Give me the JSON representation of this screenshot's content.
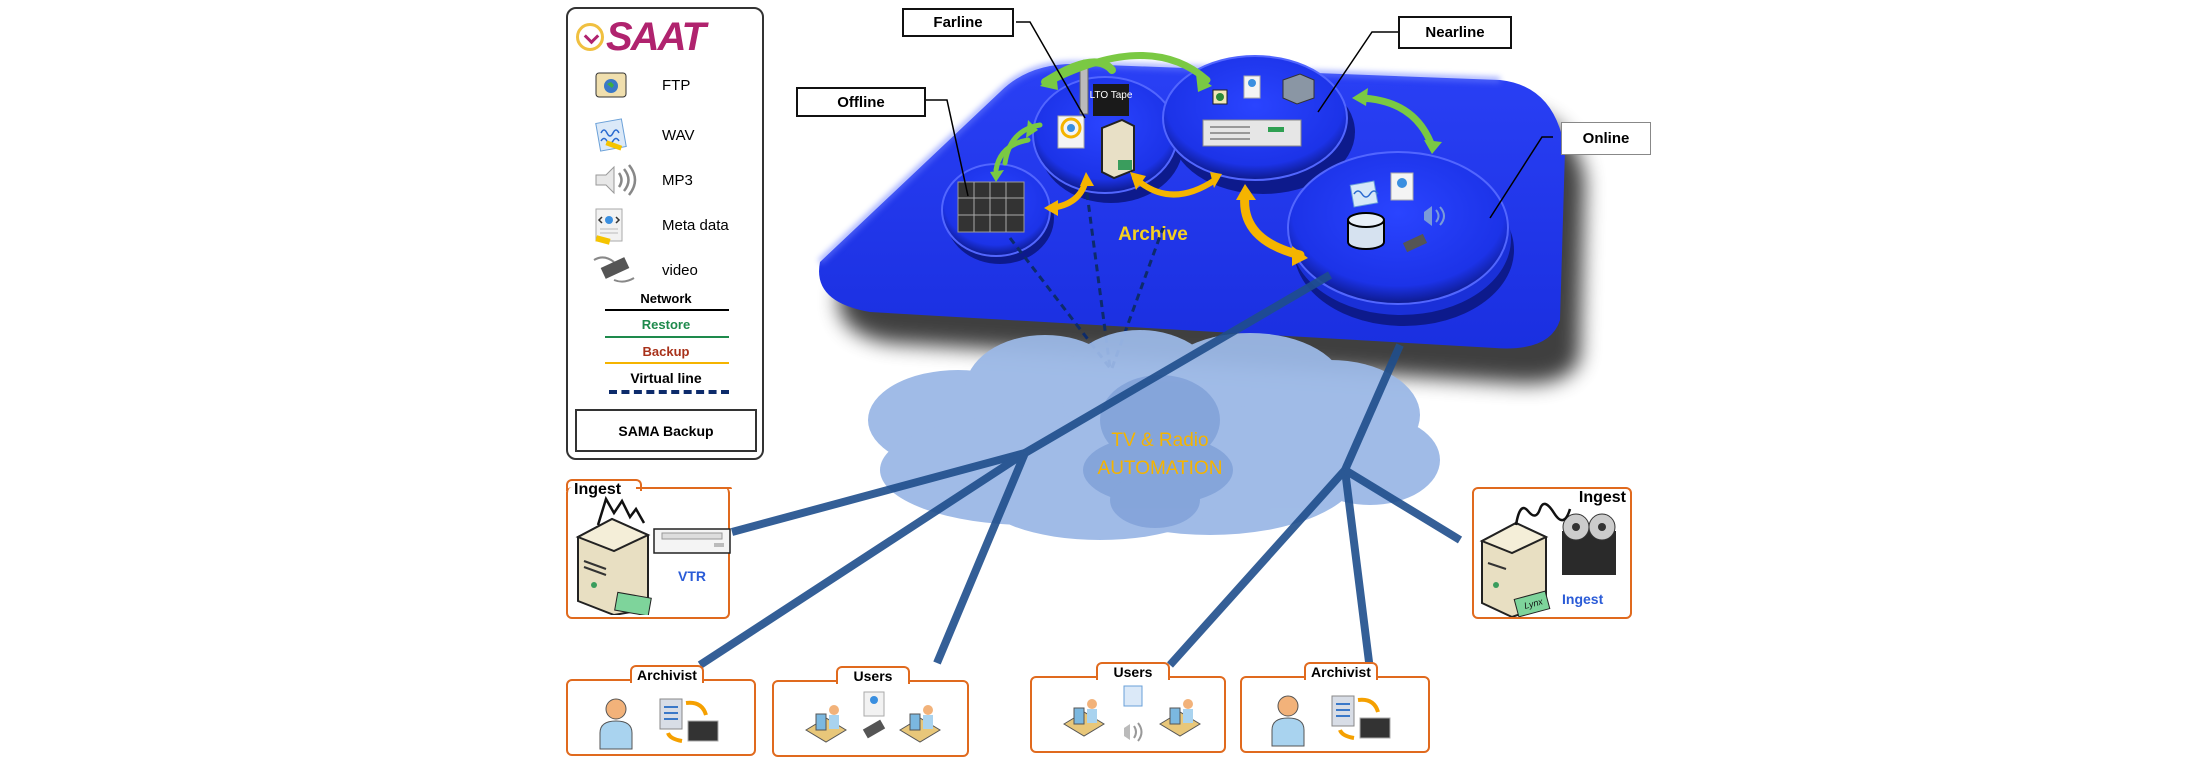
{
  "brand": {
    "name": "SAAT",
    "logo_icon": "clock-icon"
  },
  "legend": {
    "items": [
      {
        "label": "FTP",
        "icon": "ftp-folder-icon"
      },
      {
        "label": "WAV",
        "icon": "wav-file-icon"
      },
      {
        "label": "MP3",
        "icon": "speaker-icon"
      },
      {
        "label": "Meta data",
        "icon": "metadata-document-icon"
      },
      {
        "label": "video",
        "icon": "film-strip-icon"
      }
    ],
    "lines": [
      {
        "label": "Network",
        "color": "#000000",
        "style": "solid"
      },
      {
        "label": "Restore",
        "color": "#1e8a4c",
        "style": "solid"
      },
      {
        "label": "Backup",
        "color": "#a8311a",
        "line_color": "#f5b400",
        "style": "solid"
      },
      {
        "label": "Virtual line",
        "color": "#000000",
        "line_color": "#0d2b6b",
        "style": "dashed"
      }
    ],
    "box_label": "SAMA Backup"
  },
  "archive": {
    "label": "Archive",
    "tiers": [
      {
        "label": "Offline"
      },
      {
        "label": "Farline"
      },
      {
        "label": "Nearline"
      },
      {
        "label": "Online"
      }
    ],
    "lto_label": "LTO Tape",
    "colors": {
      "platform": "#1f36f0",
      "restore_arrow": "#7ac943",
      "backup_arrow": "#f5b400",
      "label": "#f5d020"
    }
  },
  "cloud": {
    "line1": "TV & Radio",
    "line2": "AUTOMATION",
    "text_color": "#f5b400"
  },
  "stations": {
    "ingest_left": {
      "title": "Ingest",
      "device_label": "VTR"
    },
    "ingest_right": {
      "title": "Ingest",
      "device_label": "Ingest",
      "card_label": "Lynx"
    },
    "archivist_left": {
      "title": "Archivist"
    },
    "users_left": {
      "title": "Users"
    },
    "users_right": {
      "title": "Users"
    },
    "archivist_right": {
      "title": "Archivist"
    }
  }
}
